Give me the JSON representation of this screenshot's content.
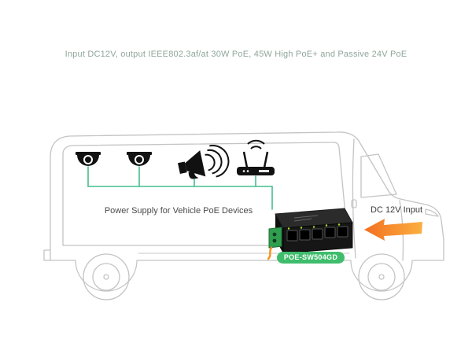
{
  "header": {
    "subtitle": "Input DC12V, output IEEE802.3af/at 30W PoE, 45W High PoE+ and Passive 24V PoE"
  },
  "diagram": {
    "caption": "Power Supply for Vehicle PoE Devices",
    "model_badge": "POE-SW504GD",
    "power_input_label": "DC 12V Input",
    "vehicle": "van-side-view",
    "devices": [
      "dome-camera",
      "dome-camera",
      "megaphone-speaker",
      "wifi-router"
    ],
    "switch_ports": 5
  },
  "colors": {
    "background": "#FFFFFF",
    "subtitle_text": "#8FA79B",
    "caption_text": "#4A4A4A",
    "connector_green": "#45BE8B",
    "badge_green": "#3FBD6C",
    "arrow_orange": "#F7941E",
    "van_outline": "#C4C4C4",
    "device_black": "#111111"
  }
}
